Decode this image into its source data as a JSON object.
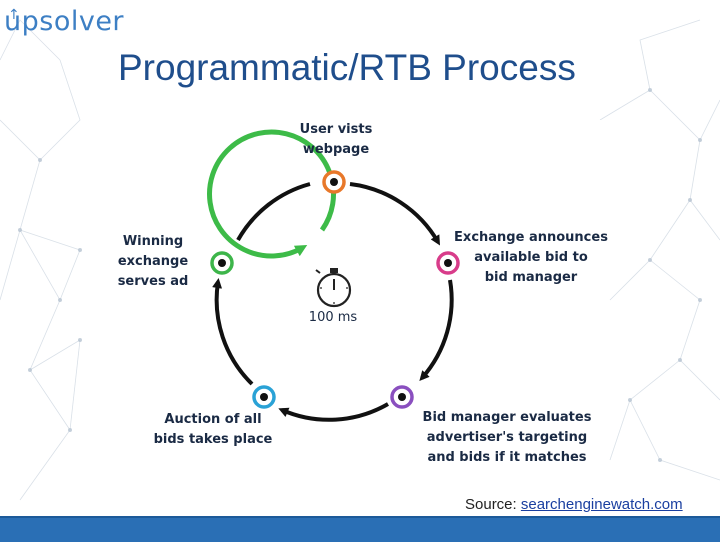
{
  "logo": {
    "text": "upsolver"
  },
  "slide": {
    "title": "Programmatic/RTB Process"
  },
  "diagram": {
    "steps": [
      {
        "label": "User vists\nwebpage",
        "color": "#e8782a"
      },
      {
        "label": "Exchange announces\navailable bid to\nbid manager",
        "color": "#d83c8a"
      },
      {
        "label": "Bid manager evaluates\nadvertiser's targeting\nand bids if it matches",
        "color": "#8a4fbf"
      },
      {
        "label": "Auction of all\nbids takes place",
        "color": "#2aa2d6"
      },
      {
        "label": "Winning exchange\nserves ad",
        "color": "#3db54a"
      }
    ],
    "timer": {
      "label": "100 ms",
      "ring_color": "#3dbb48"
    }
  },
  "source": {
    "prefix": "Source: ",
    "link_text": "searchenginewatch.com"
  },
  "colors": {
    "title": "#1f4e8c",
    "footer": "#2a6fb5",
    "arrow": "#111111"
  }
}
